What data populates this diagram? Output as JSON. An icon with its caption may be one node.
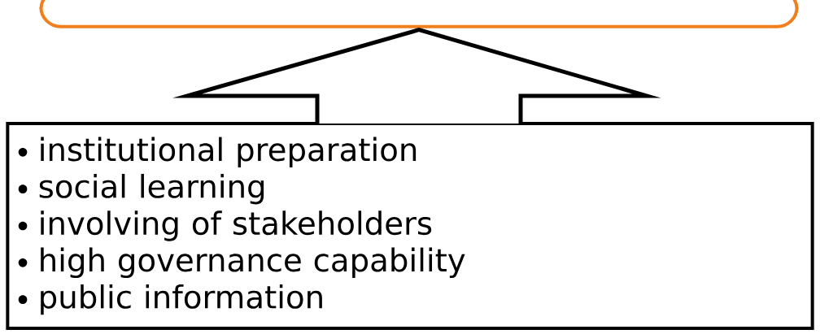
{
  "diagram": {
    "nodes": [
      {
        "text": [],
        "shape": "box"
      },
      {
        "text": [
          "institutional preparation",
          "social learning",
          "involving of stakeholders",
          "high governance capability",
          "public information"
        ]
      }
    ],
    "edges": [
      {
        "from": 1,
        "to": 0,
        "arrow": "to"
      }
    ]
  }
}
